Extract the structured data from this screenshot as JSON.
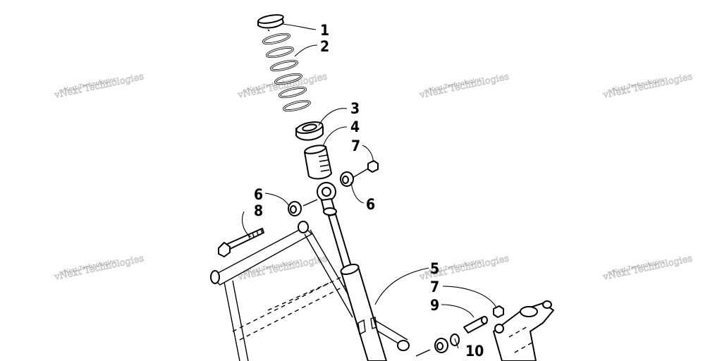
{
  "watermark": {
    "text": "vNext Technologies"
  },
  "callouts": [
    "1",
    "2",
    "3",
    "4",
    "7",
    "6",
    "6",
    "8",
    "5",
    "7",
    "9",
    "10"
  ]
}
